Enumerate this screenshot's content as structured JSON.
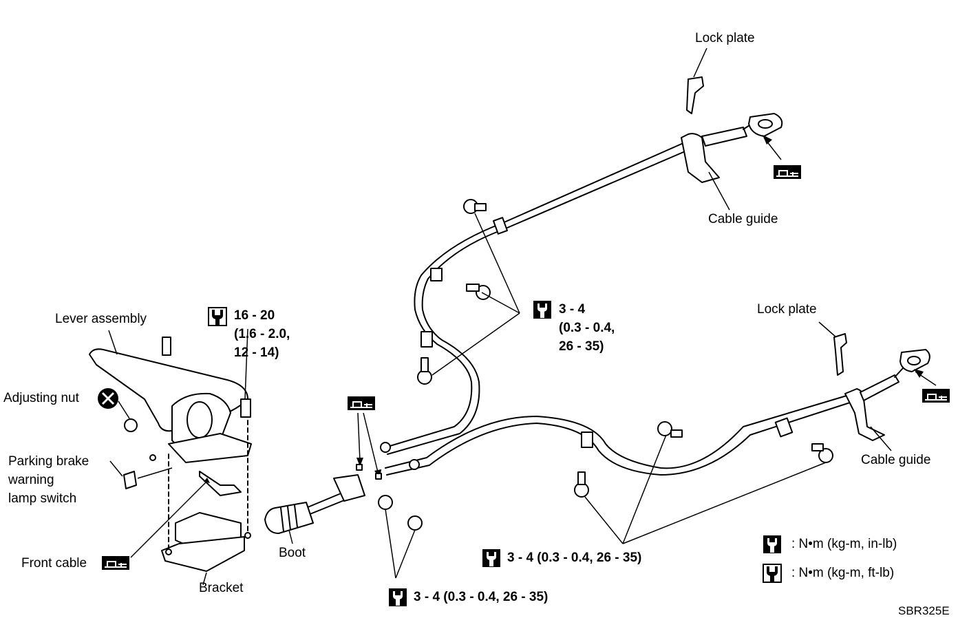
{
  "labels": {
    "lock_plate_upper": "Lock plate",
    "cable_guide_upper": "Cable guide",
    "lock_plate_lower": "Lock plate",
    "cable_guide_lower": "Cable guide",
    "lever_assembly": "Lever assembly",
    "adjusting_nut": "Adjusting nut",
    "switch_line1": "Parking brake",
    "switch_line2": "warning",
    "switch_line3": "lamp switch",
    "front_cable": "Front cable",
    "boot": "Boot",
    "bracket": "Bracket"
  },
  "torques": {
    "lever_line1": "16 - 20",
    "lever_line2": "(1.6 - 2.0,",
    "lever_line3": "12 - 14)",
    "upper_line1": "3 - 4",
    "upper_line2": "(0.3 - 0.4,",
    "upper_line3": "26 - 35)",
    "middle": "3 - 4 (0.3 - 0.4, 26 - 35)",
    "bottom": "3 - 4 (0.3 - 0.4, 26 - 35)"
  },
  "legend": {
    "nm_inlb": ": N•m (kg-m, in-lb)",
    "nm_ftlb": ": N•m (kg-m, ft-lb)"
  },
  "figure_code": "SBR325E",
  "icons": [
    "torque-wrench-icon",
    "grease-icon",
    "non-reusable-part-icon"
  ]
}
